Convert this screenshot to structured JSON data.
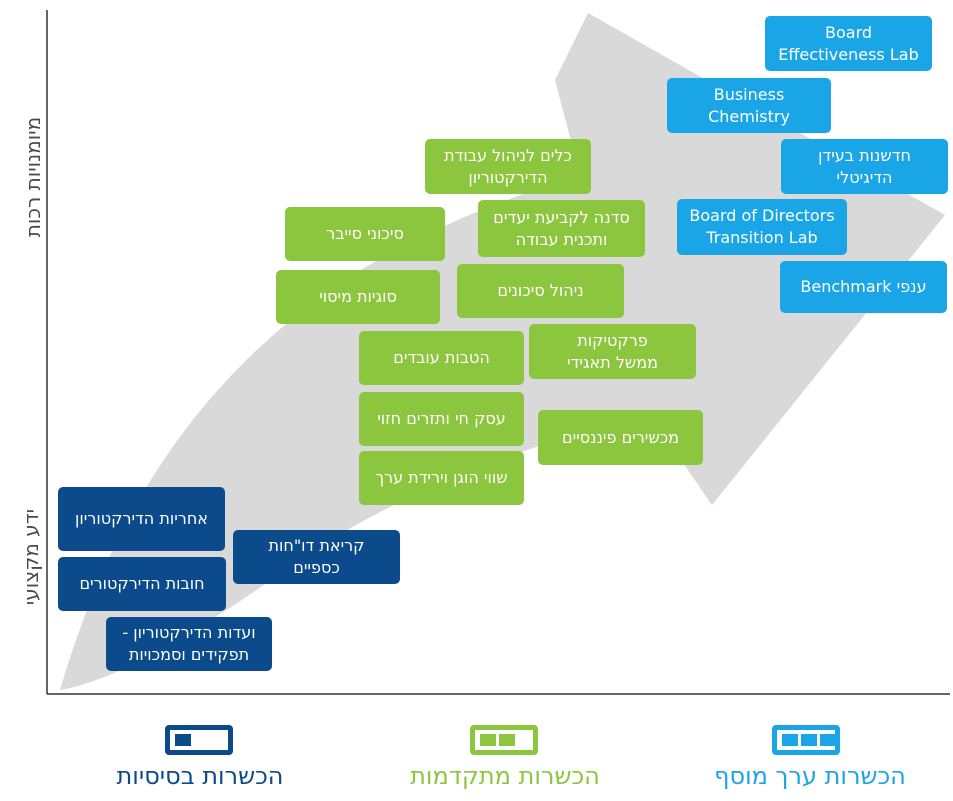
{
  "axes": {
    "y_top": "מיומנויות רכות",
    "y_bottom": "ידע מקצועי"
  },
  "boxes": [
    {
      "id": "board-effectiveness",
      "color": "cyan",
      "lines": [
        "Board",
        "Effectiveness Lab"
      ]
    },
    {
      "id": "business-chemistry",
      "color": "cyan",
      "lines": [
        "Business",
        "Chemistry"
      ]
    },
    {
      "id": "digital-innovation",
      "color": "cyan",
      "lines": [
        "חדשנות בעידן",
        "הדיגיטלי"
      ]
    },
    {
      "id": "board-transition",
      "color": "cyan",
      "lines": [
        "Board of Directors",
        "Transition Lab"
      ]
    },
    {
      "id": "benchmark",
      "color": "cyan",
      "lines": [
        "Benchmark ענפי"
      ]
    },
    {
      "id": "board-work-tools",
      "color": "green",
      "lines": [
        "כלים לניהול עבודת",
        "הדירקטוריון"
      ]
    },
    {
      "id": "goals-workshop",
      "color": "green",
      "lines": [
        "סדנה לקביעת יעדים",
        "ותכנית עבודה"
      ]
    },
    {
      "id": "cyber-risks",
      "color": "green",
      "lines": [
        "סיכוני סייבר"
      ]
    },
    {
      "id": "tax-issues",
      "color": "green",
      "lines": [
        "סוגיות מיסוי"
      ]
    },
    {
      "id": "risk-management",
      "color": "green",
      "lines": [
        "ניהול סיכונים"
      ]
    },
    {
      "id": "governance-practices",
      "color": "green",
      "lines": [
        "פרקטיקות",
        "ממשל תאגידי"
      ]
    },
    {
      "id": "employee-benefits",
      "color": "green",
      "lines": [
        "הטבות עובדים"
      ]
    },
    {
      "id": "going-concern",
      "color": "green",
      "lines": [
        "עסק חי ותזרים חזוי"
      ]
    },
    {
      "id": "financial-instruments",
      "color": "green",
      "lines": [
        "מכשירים פיננסיים"
      ]
    },
    {
      "id": "fair-value",
      "color": "green",
      "lines": [
        "שווי הוגן וירידת ערך"
      ]
    },
    {
      "id": "board-liability",
      "color": "navy",
      "lines": [
        "אחריות הדירקטוריון"
      ]
    },
    {
      "id": "reading-financials",
      "color": "navy",
      "lines": [
        "קריאת דו\"חות",
        "כספיים"
      ]
    },
    {
      "id": "director-duties",
      "color": "navy",
      "lines": [
        "חובות הדירקטורים"
      ]
    },
    {
      "id": "board-committees",
      "color": "navy",
      "lines": [
        "ועדות הדירקטוריון -",
        "תפקידים וסמכויות"
      ]
    }
  ],
  "legend": [
    {
      "id": "basic",
      "label": "הכשרות בסיסיות",
      "color": "#0b4a8b",
      "level": 1
    },
    {
      "id": "advanced",
      "label": "הכשרות מתקדמות",
      "color": "#8cc63f",
      "level": 2
    },
    {
      "id": "added-value",
      "label": "הכשרות ערך מוסף",
      "color": "#1aa6e6",
      "level": 3
    }
  ]
}
